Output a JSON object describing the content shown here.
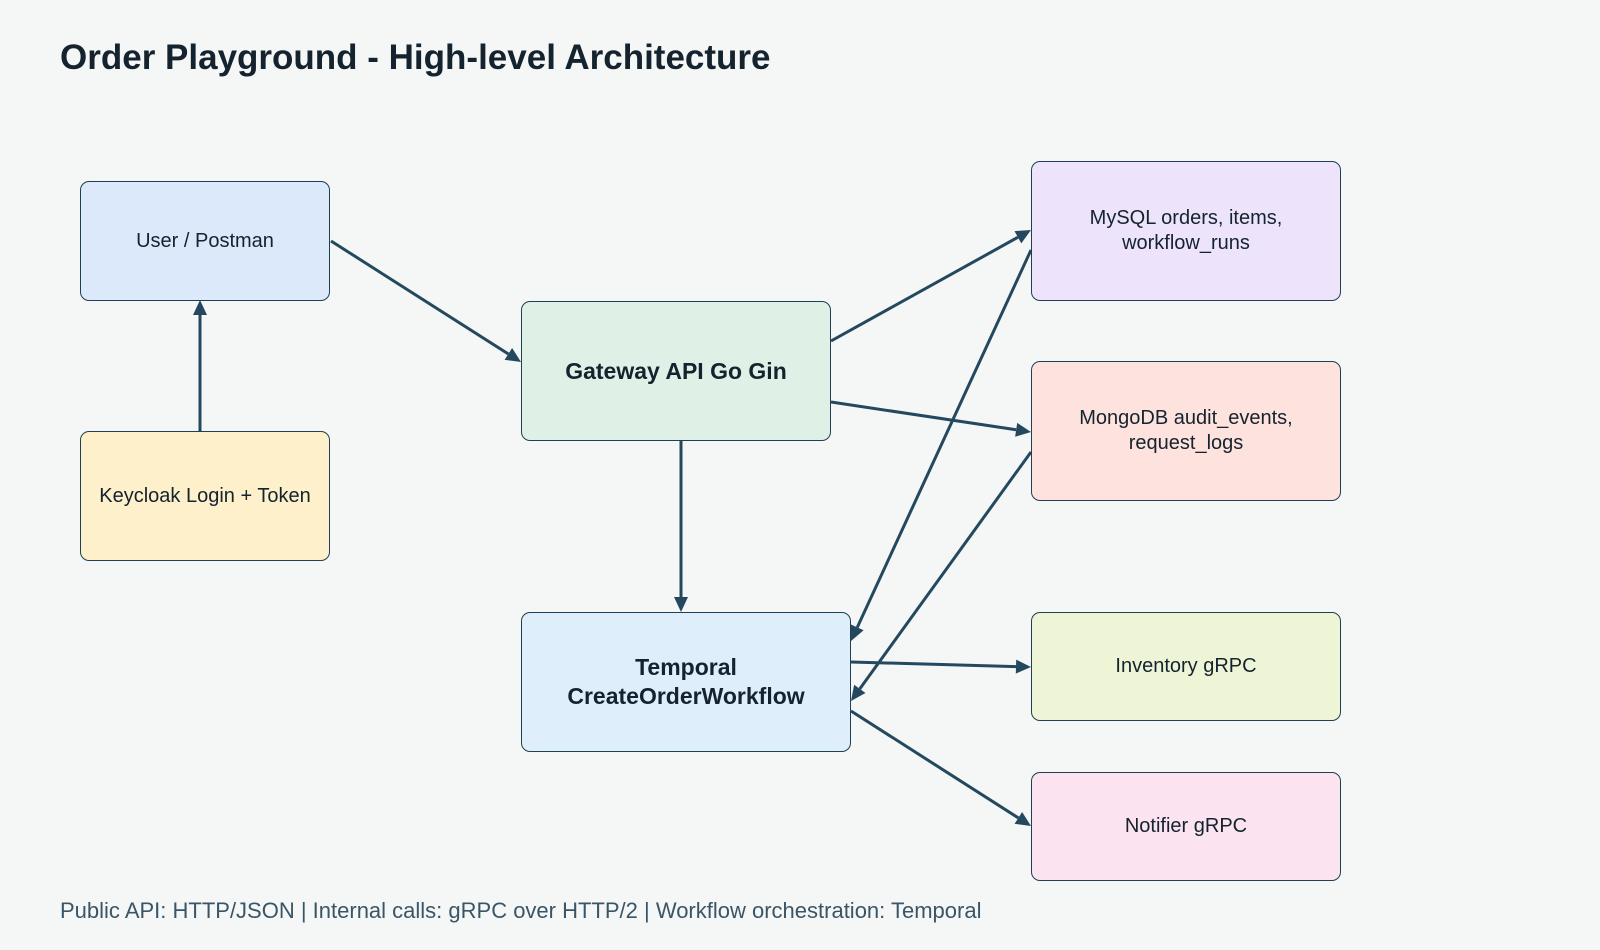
{
  "title": "Order Playground - High-level Architecture",
  "footer": "Public API: HTTP/JSON | Internal calls: gRPC over HTTP/2 | Workflow orchestration: Temporal",
  "colors": {
    "edge": "#24485e",
    "node_border": "#1f3f52",
    "user": "#dbe9fb",
    "keycloak": "#fdf0cb",
    "gateway": "#dff1e6",
    "temporal": "#dfeefb",
    "mysql": "#ede4fc",
    "mongo": "#fde2de",
    "inventory": "#eef5d6",
    "notifier": "#fbe3f0"
  },
  "nodes": {
    "user": {
      "label": "User / Postman"
    },
    "keycloak": {
      "label": "Keycloak Login + Token"
    },
    "gateway": {
      "label": "Gateway API Go Gin"
    },
    "temporal": {
      "line1": "Temporal",
      "line2": "CreateOrderWorkflow"
    },
    "mysql": {
      "line1": "MySQL orders, items,",
      "line2": "workflow_runs"
    },
    "mongo": {
      "line1": "MongoDB audit_events,",
      "line2": "request_logs"
    },
    "inventory": {
      "label": "Inventory gRPC"
    },
    "notifier": {
      "label": "Notifier gRPC"
    }
  },
  "edges": [
    {
      "from": "keycloak",
      "to": "user"
    },
    {
      "from": "user",
      "to": "gateway"
    },
    {
      "from": "gateway",
      "to": "mysql"
    },
    {
      "from": "gateway",
      "to": "mongo"
    },
    {
      "from": "gateway",
      "to": "temporal"
    },
    {
      "from": "mysql",
      "to": "temporal"
    },
    {
      "from": "mongo",
      "to": "temporal"
    },
    {
      "from": "temporal",
      "to": "inventory"
    },
    {
      "from": "temporal",
      "to": "notifier"
    }
  ]
}
